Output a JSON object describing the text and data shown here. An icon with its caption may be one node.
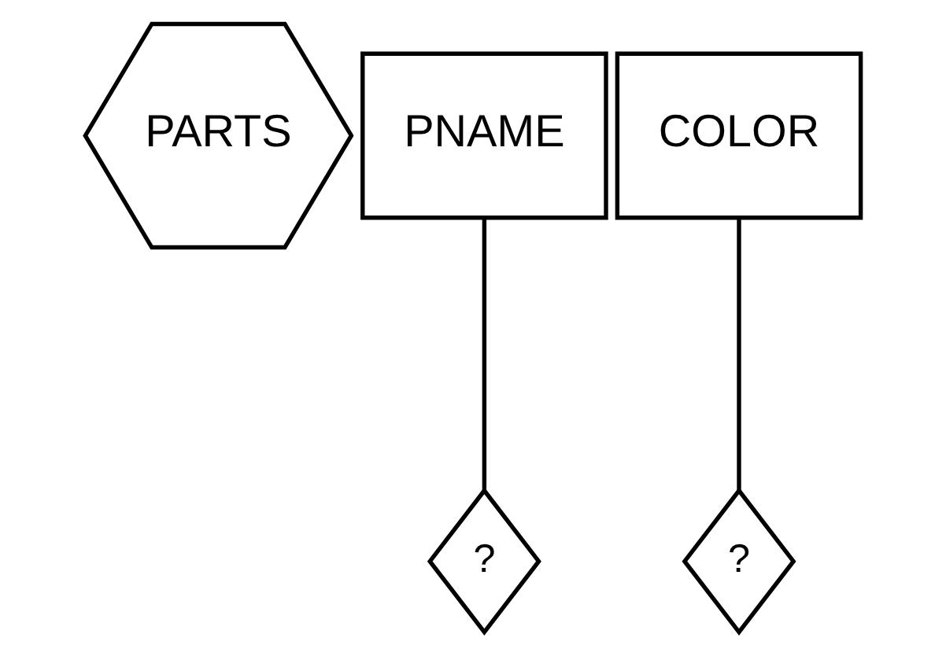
{
  "diagram": {
    "nodes": [
      {
        "text": [
          "PARTS"
        ]
      },
      {
        "text": [
          "PNAME"
        ]
      },
      {
        "text": [
          "COLOR"
        ]
      },
      {
        "text": [
          "?"
        ]
      },
      {
        "text": [
          "?"
        ]
      }
    ],
    "edges": [
      {
        "from": 1,
        "to": 3,
        "arrow": "none"
      },
      {
        "from": 2,
        "to": 4,
        "arrow": "none"
      }
    ]
  }
}
